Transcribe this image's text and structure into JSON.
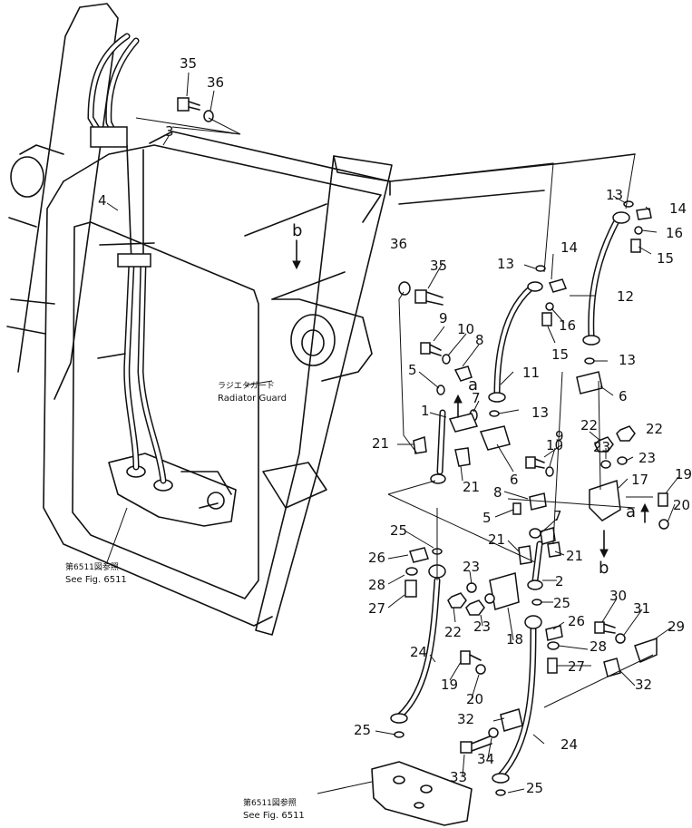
{
  "figure": {
    "part_labels": [
      {
        "id": "35a",
        "text": "35"
      },
      {
        "id": "36a",
        "text": "36"
      },
      {
        "id": "3",
        "text": "3"
      },
      {
        "id": "4",
        "text": "4"
      },
      {
        "id": "36b",
        "text": "36"
      },
      {
        "id": "35b",
        "text": "35"
      },
      {
        "id": "9a",
        "text": "9"
      },
      {
        "id": "10a",
        "text": "10"
      },
      {
        "id": "8a",
        "text": "8"
      },
      {
        "id": "5a",
        "text": "5"
      },
      {
        "id": "7a",
        "text": "7"
      },
      {
        "id": "1",
        "text": "1"
      },
      {
        "id": "21a",
        "text": "21"
      },
      {
        "id": "21b",
        "text": "21"
      },
      {
        "id": "9b",
        "text": "9"
      },
      {
        "id": "10b",
        "text": "10"
      },
      {
        "id": "6a",
        "text": "6"
      },
      {
        "id": "11",
        "text": "11"
      },
      {
        "id": "13a",
        "text": "13"
      },
      {
        "id": "13b",
        "text": "13"
      },
      {
        "id": "14a",
        "text": "14"
      },
      {
        "id": "16a",
        "text": "16"
      },
      {
        "id": "15a",
        "text": "15"
      },
      {
        "id": "13c",
        "text": "13"
      },
      {
        "id": "14b",
        "text": "14"
      },
      {
        "id": "16b",
        "text": "16"
      },
      {
        "id": "15b",
        "text": "15"
      },
      {
        "id": "12",
        "text": "12"
      },
      {
        "id": "13d",
        "text": "13"
      },
      {
        "id": "6b",
        "text": "6"
      },
      {
        "id": "22a",
        "text": "22"
      },
      {
        "id": "22b",
        "text": "22"
      },
      {
        "id": "23a",
        "text": "23"
      },
      {
        "id": "23b",
        "text": "23"
      },
      {
        "id": "17",
        "text": "17"
      },
      {
        "id": "19a",
        "text": "19"
      },
      {
        "id": "20a",
        "text": "20"
      },
      {
        "id": "8b",
        "text": "8"
      },
      {
        "id": "5b",
        "text": "5"
      },
      {
        "id": "7b",
        "text": "7"
      },
      {
        "id": "21c",
        "text": "21"
      },
      {
        "id": "21d",
        "text": "21"
      },
      {
        "id": "2",
        "text": "2"
      },
      {
        "id": "25a",
        "text": "25"
      },
      {
        "id": "26a",
        "text": "26"
      },
      {
        "id": "28a",
        "text": "28"
      },
      {
        "id": "27a",
        "text": "27"
      },
      {
        "id": "23c",
        "text": "23"
      },
      {
        "id": "22c",
        "text": "22"
      },
      {
        "id": "23d",
        "text": "23"
      },
      {
        "id": "18",
        "text": "18"
      },
      {
        "id": "25b",
        "text": "25"
      },
      {
        "id": "26b",
        "text": "26"
      },
      {
        "id": "30",
        "text": "30"
      },
      {
        "id": "31",
        "text": "31"
      },
      {
        "id": "29",
        "text": "29"
      },
      {
        "id": "28b",
        "text": "28"
      },
      {
        "id": "27b",
        "text": "27"
      },
      {
        "id": "32a",
        "text": "32"
      },
      {
        "id": "24a",
        "text": "24"
      },
      {
        "id": "19b",
        "text": "19"
      },
      {
        "id": "20b",
        "text": "20"
      },
      {
        "id": "25c",
        "text": "25"
      },
      {
        "id": "32b",
        "text": "32"
      },
      {
        "id": "33",
        "text": "33"
      },
      {
        "id": "34",
        "text": "34"
      },
      {
        "id": "24b",
        "text": "24"
      },
      {
        "id": "25d",
        "text": "25"
      }
    ],
    "ref_letters": {
      "b_top": "b",
      "a_upper": "a",
      "a_right": "a",
      "b_lower": "b"
    },
    "notes": {
      "radiator_jp": "ラジエタガード",
      "radiator_en": "Radiator Guard",
      "see_fig_left_jp": "第6511図参照",
      "see_fig_left_en": "See Fig. 6511",
      "see_fig_bottom_jp": "第6511図参照",
      "see_fig_bottom_en": "See Fig. 6511"
    }
  }
}
